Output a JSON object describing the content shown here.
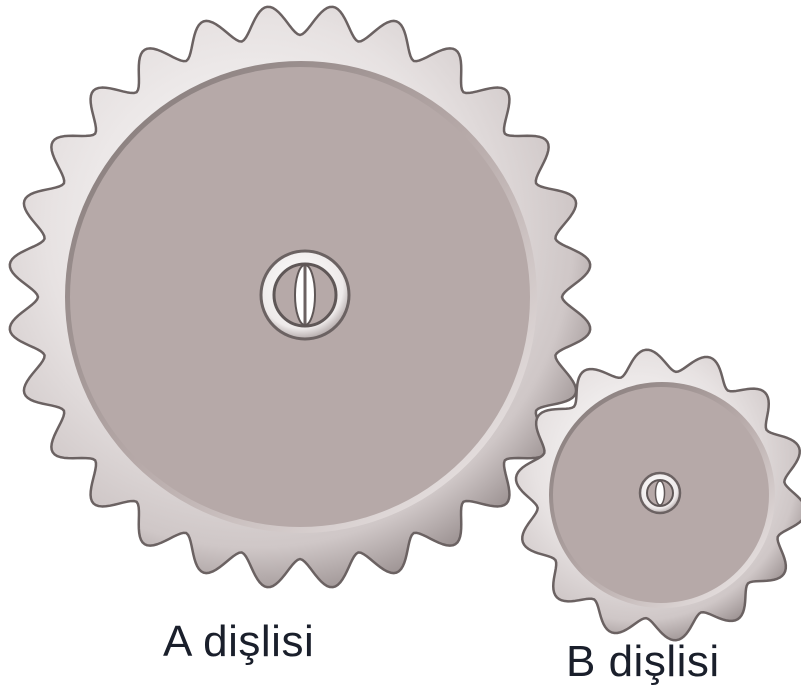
{
  "gears": [
    {
      "id": "A",
      "label": "A dişlisi",
      "teeth": 28
    },
    {
      "id": "B",
      "label": "B dişlisi",
      "teeth": 14
    }
  ],
  "colors": {
    "face": "#b6a9a8",
    "rim_light": "#f3f0f0",
    "rim_mid": "#d9d3d3",
    "rim_dark": "#8f8584",
    "outline": "#6b6262",
    "hub": "#ffffff",
    "label_text": "#1a1f2b"
  },
  "icons": {
    "gear_a": "large-gear-icon",
    "gear_b": "small-gear-icon",
    "axle": "axle-hub-icon"
  }
}
